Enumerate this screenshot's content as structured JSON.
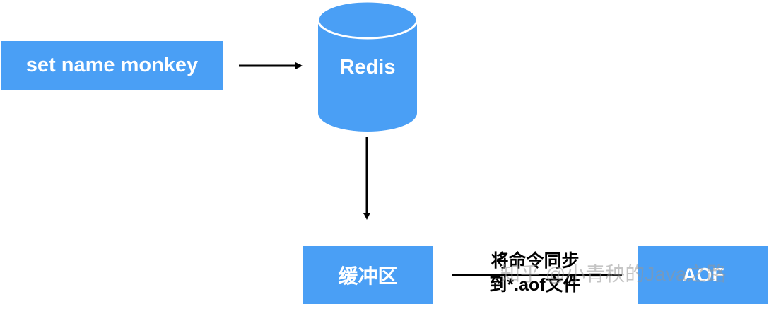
{
  "nodes": {
    "command": "set name monkey",
    "redis": "Redis",
    "buffer": "缓冲区",
    "aof": "AOF"
  },
  "edges": {
    "sync_line1": "将命令同步",
    "sync_line2": "到*.aof文件"
  },
  "watermark": "知乎 @小青秧的Java之路",
  "colors": {
    "node_fill": "#4a9ff5",
    "node_text": "#ffffff",
    "arrow": "#000000"
  }
}
